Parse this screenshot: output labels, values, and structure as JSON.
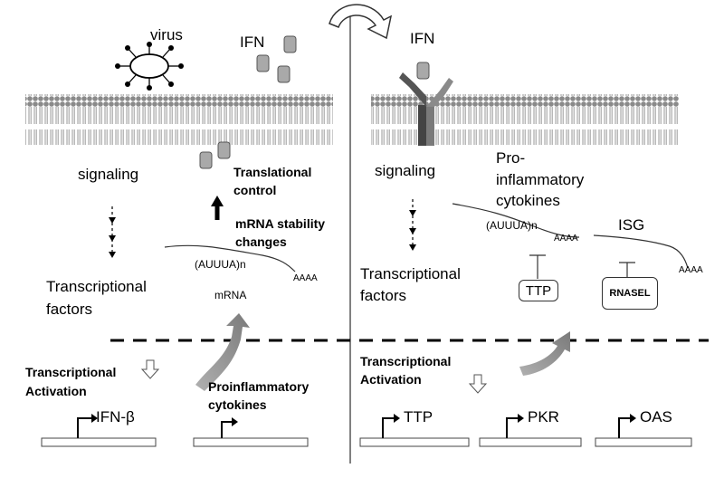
{
  "left": {
    "virus": "virus",
    "ifn": "IFN",
    "signaling": "signaling",
    "translational_control": [
      "Translational",
      "control"
    ],
    "mrna_stability": [
      "mRNA stability",
      "changes"
    ],
    "auuua": "(AUUUA)n",
    "polya": "AAAA",
    "mrna": "mRNA",
    "transcriptional_factors": [
      "Transcriptional",
      "factors"
    ],
    "transcriptional_activation": [
      "Transcriptional",
      "Activation"
    ],
    "proinflammatory_cytokines": [
      "Proinflammatory",
      "cytokines"
    ],
    "ifn_beta": "IFN-β"
  },
  "right": {
    "ifn": "IFN",
    "signaling": "signaling",
    "pro_inflammatory_cytokines": [
      "Pro-",
      "inflammatory",
      "cytokines"
    ],
    "auuua": "(AUUUA)n",
    "polya_1": "AAAA",
    "isg": "ISG",
    "polya_2": "AAAA",
    "ttp_box": "TTP",
    "rnasel_box": "RNASEL",
    "transcriptional_factors": [
      "Transcriptional",
      "factors"
    ],
    "transcriptional_activation": [
      "Transcriptional",
      "Activation"
    ],
    "genes": [
      "TTP",
      "PKR",
      "OAS"
    ]
  }
}
